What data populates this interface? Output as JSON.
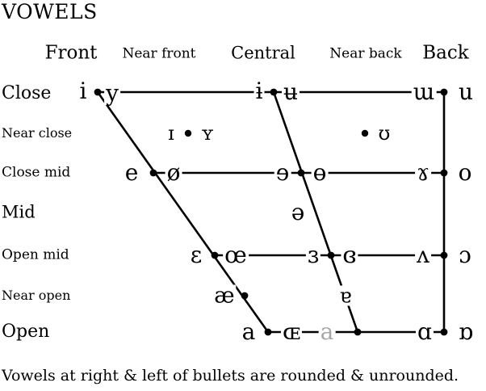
{
  "title": "VOWELS",
  "footer": "Vowels at right & left of bullets are rounded & unrounded.",
  "colors": {
    "muted_vowel": "#a8a8a8",
    "line": "#000000"
  },
  "columns": {
    "front": "Front",
    "near_front": "Near front",
    "central": "Central",
    "near_back": "Near back",
    "back": "Back"
  },
  "rows": {
    "close": "Close",
    "near_close": "Near close",
    "close_mid": "Close mid",
    "mid": "Mid",
    "open_mid": "Open mid",
    "near_open": "Near open",
    "open": "Open"
  },
  "symbols": {
    "close": {
      "front_unrounded": "i",
      "front_rounded": "y",
      "central_unrounded": "ɨ",
      "central_rounded": "ʉ",
      "back_unrounded": "ɯ",
      "back_rounded": "u"
    },
    "near_close": {
      "front_unrounded": "ɪ",
      "front_rounded": "ʏ",
      "back_rounded": "ʊ"
    },
    "close_mid": {
      "front_unrounded": "e",
      "front_rounded": "ø",
      "central_unrounded": "ɘ",
      "central_rounded": "ɵ",
      "back_unrounded": "ɤ",
      "back_rounded": "o"
    },
    "mid": {
      "central": "ə"
    },
    "open_mid": {
      "front_unrounded": "ɛ",
      "front_rounded": "œ",
      "central_unrounded": "ɜ",
      "central_rounded": "ɞ",
      "back_unrounded": "ʌ",
      "back_rounded": "ɔ"
    },
    "near_open": {
      "front_unrounded": "æ",
      "central": "ɐ"
    },
    "open": {
      "front_unrounded": "a",
      "front_rounded": "ɶ",
      "central": "a",
      "back_unrounded": "ɑ",
      "back_rounded": "ɒ"
    }
  }
}
